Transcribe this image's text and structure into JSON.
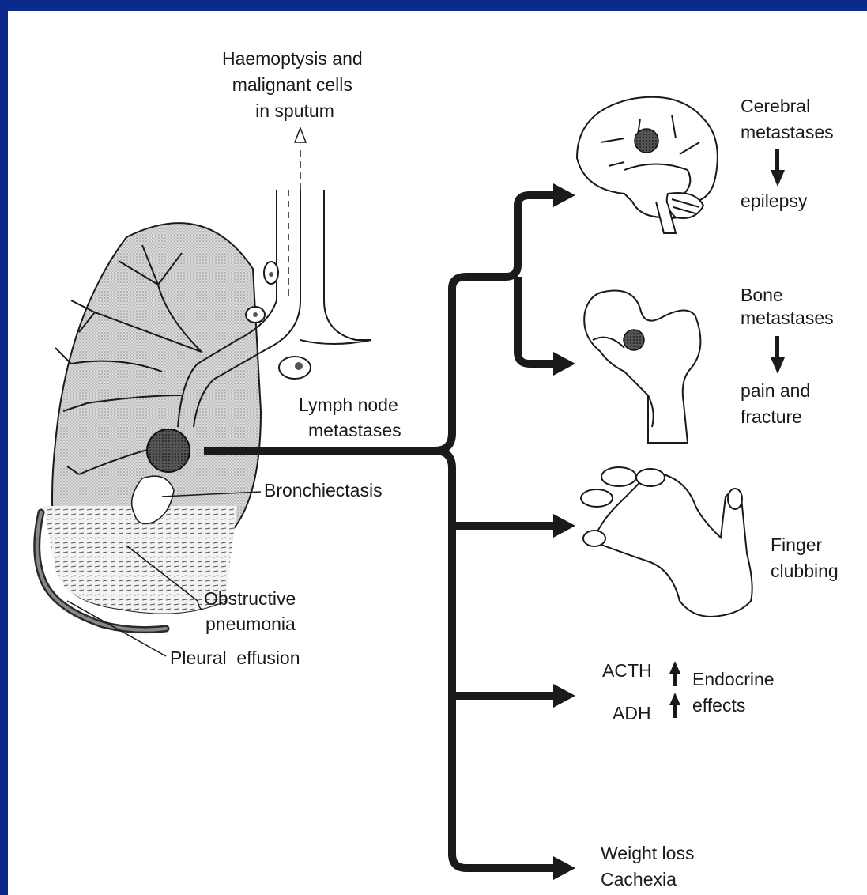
{
  "labels": {
    "haemoptysis": [
      "Haemoptysis and",
      "malignant cells",
      "in sputum"
    ],
    "cerebral": [
      "Cerebral",
      "metastases"
    ],
    "epilepsy": "epilepsy",
    "bone": [
      "Bone",
      "metastases"
    ],
    "pain_fracture": [
      "pain and",
      "fracture"
    ],
    "lymph": [
      "Lymph node",
      "metastases"
    ],
    "bronchiectasis": "Bronchiectasis",
    "obstructive": [
      "Obstructive",
      "pneumonia"
    ],
    "pleural": "Pleural  effusion",
    "finger": [
      "Finger",
      "clubbing"
    ],
    "acth": "ACTH",
    "adh": "ADH",
    "endocrine": [
      "Endocrine",
      "effects"
    ],
    "weight": [
      "Weight loss",
      "Cachexia"
    ]
  },
  "icons": [
    "brain-icon",
    "femur-icon",
    "hand-icon",
    "lung-icon"
  ],
  "colors": {
    "frame": "#0b2a8c",
    "background": "#ffffff",
    "ink": "#1a1a1a",
    "stipple": "#c8c8c8"
  }
}
